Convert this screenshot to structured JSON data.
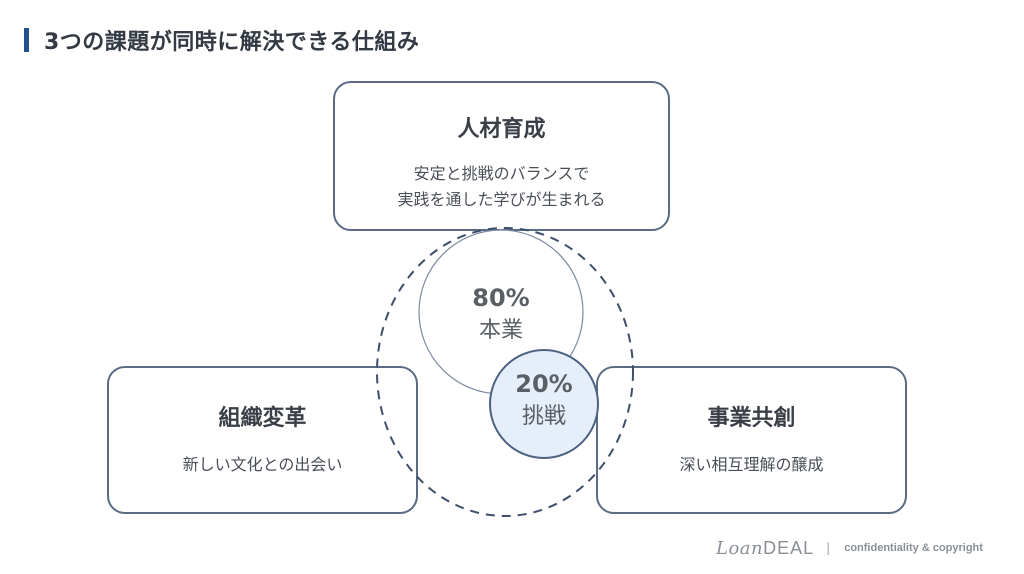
{
  "header": {
    "title": "3つの課題が同時に解決できる仕組み"
  },
  "cards": {
    "top": {
      "title": "人材育成",
      "line1": "安定と挑戦のバランスで",
      "line2": "実践を通した学びが生まれる"
    },
    "left": {
      "title": "組織変革",
      "desc": "新しい文化との出会い"
    },
    "right": {
      "title": "事業共創",
      "desc": "深い相互理解の醸成"
    }
  },
  "circles": {
    "main": {
      "percent": "80%",
      "label": "本業"
    },
    "challenge": {
      "percent": "20%",
      "label": "挑戦"
    }
  },
  "footer": {
    "logo_script": "Loan",
    "logo_bold": "DEAL",
    "separator": "|",
    "copyright": "confidentiality & copyright"
  },
  "colors": {
    "accent": "#234f8c",
    "card_border": "#5a6b84",
    "challenge_fill": "#e6eef9"
  }
}
